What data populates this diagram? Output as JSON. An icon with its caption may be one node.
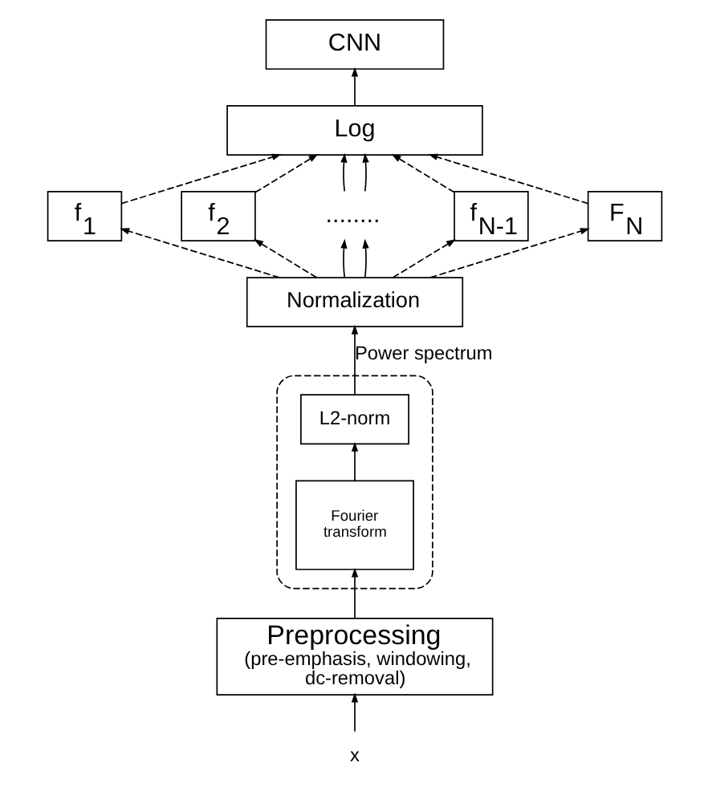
{
  "diagram": {
    "nodes": [
      {
        "text": [
          "CNN"
        ]
      },
      {
        "text": [
          "Log"
        ]
      },
      {
        "text": [
          "f$_{1}$"
        ]
      },
      {
        "text": [
          "f$_{2}$"
        ]
      },
      {
        "text": [
          "........"
        ]
      },
      {
        "text": [
          "f$_{N-1}$"
        ]
      },
      {
        "text": [
          "F$_{N}$"
        ]
      },
      {
        "text": [
          "Normalization"
        ]
      },
      {
        "text": [],
        "shape": "box"
      },
      {
        "text": [
          "L2-norm"
        ],
        "in": 8
      },
      {
        "text": [
          "Fourier transform"
        ],
        "in": 8
      },
      {
        "text": [
          "Preprocessing",
          "(pre-emphasis, windowing, dc-removal)"
        ]
      },
      {
        "text": [
          "x"
        ]
      }
    ],
    "edges": [
      {
        "from": 12,
        "to": 11,
        "arrow": "to"
      },
      {
        "from": 11,
        "to": 10,
        "arrow": "to"
      },
      {
        "from": 10,
        "to": 9,
        "arrow": "to"
      },
      {
        "from": 9,
        "to": 7,
        "arrow": "to",
        "label": "Power spectrum"
      },
      {
        "from": 7,
        "to": 2,
        "arrow": "to",
        "style": "dashed"
      },
      {
        "from": 7,
        "to": 3,
        "arrow": "to",
        "style": "dashed"
      },
      {
        "from": 7,
        "to": 4,
        "arrow": "to"
      },
      {
        "from": 7,
        "to": 4,
        "arrow": "to"
      },
      {
        "from": 7,
        "to": 5,
        "arrow": "to",
        "style": "dashed"
      },
      {
        "from": 7,
        "to": 6,
        "arrow": "to",
        "style": "dashed"
      },
      {
        "from": 2,
        "to": 1,
        "arrow": "to",
        "style": "dashed"
      },
      {
        "from": 3,
        "to": 1,
        "arrow": "to",
        "style": "dashed"
      },
      {
        "from": 4,
        "to": 1,
        "arrow": "to"
      },
      {
        "from": 4,
        "to": 1,
        "arrow": "to"
      },
      {
        "from": 5,
        "to": 1,
        "arrow": "to",
        "style": "dashed"
      },
      {
        "from": 6,
        "to": 1,
        "arrow": "to",
        "style": "dashed"
      },
      {
        "from": 1,
        "to": 0,
        "arrow": "to"
      }
    ]
  }
}
